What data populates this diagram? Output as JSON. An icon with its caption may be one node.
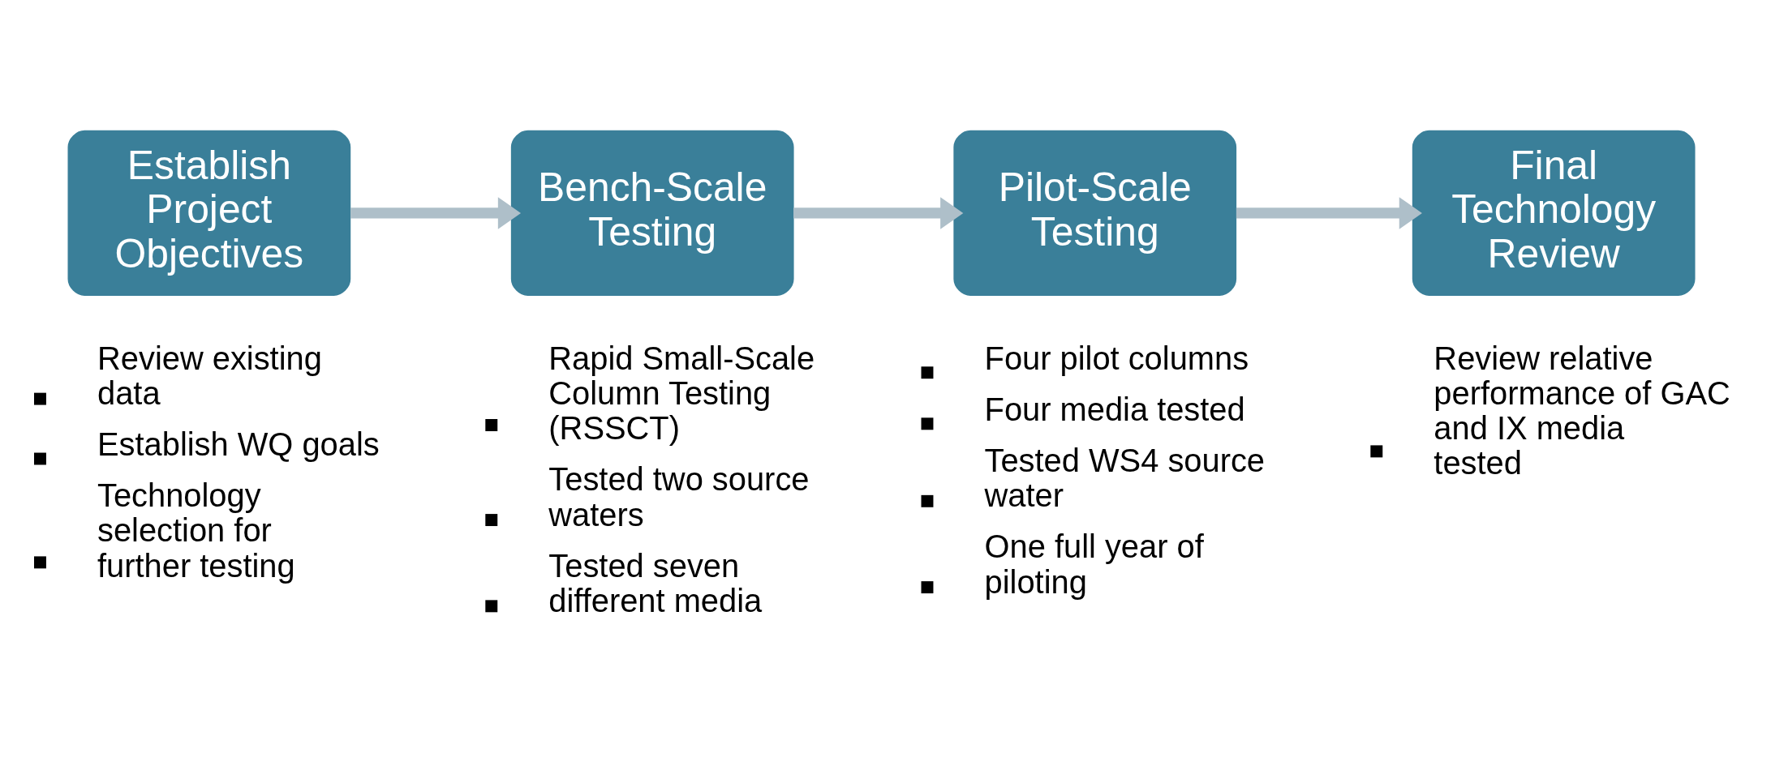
{
  "diagram": {
    "nodes": [
      {
        "text": [
          "Establish Project Objectives"
        ],
        "beside": [
          "Review existing data",
          "Establish WQ goals",
          "Technology selection for further testing"
        ]
      },
      {
        "text": [
          "Bench-Scale Testing"
        ],
        "beside": [
          "Rapid Small-Scale Column Testing (RSSCT)",
          "Tested two source waters",
          "Tested seven different media"
        ]
      },
      {
        "text": [
          "Pilot-Scale Testing"
        ],
        "beside": [
          "Four pilot columns",
          "Four media tested",
          "Tested WS4 source water",
          "One full year of piloting"
        ]
      },
      {
        "text": [
          "Final Technology Review"
        ],
        "beside": [
          "Review relative performance of GAC and IX media tested"
        ]
      }
    ],
    "edges": [
      {
        "from": 0,
        "to": 1,
        "arrow": "to"
      },
      {
        "from": 1,
        "to": 2,
        "arrow": "to"
      },
      {
        "from": 2,
        "to": 3,
        "arrow": "to"
      }
    ]
  }
}
